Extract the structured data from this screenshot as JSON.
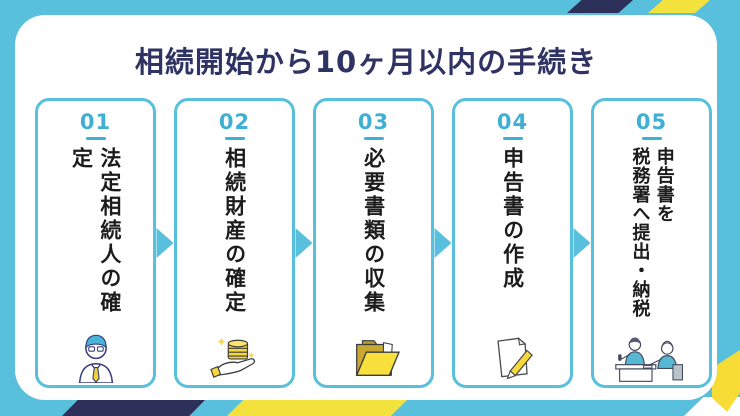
{
  "title": "相続開始から10ヶ月以内の手続き",
  "colors": {
    "background": "#58c0dc",
    "card_border": "#58c0dc",
    "step_number": "#3fb0d4",
    "title_text": "#2f3363",
    "stripe_navy": "#2d3058",
    "stripe_yellow": "#f3e13e",
    "body_text": "#1c1c1c"
  },
  "steps": [
    {
      "number": "01",
      "label": "法定相続人の確定",
      "icon": "businessman-icon"
    },
    {
      "number": "02",
      "label": "相続財産の確定",
      "icon": "coins-hand-icon"
    },
    {
      "number": "03",
      "label": "必要書類の収集",
      "icon": "folder-icon"
    },
    {
      "number": "04",
      "label": "申告書の作成",
      "icon": "document-pencil-icon"
    },
    {
      "number": "05",
      "label": "申告書を\n税務署へ提出・納税",
      "icon": "tax-office-counter-icon"
    }
  ]
}
